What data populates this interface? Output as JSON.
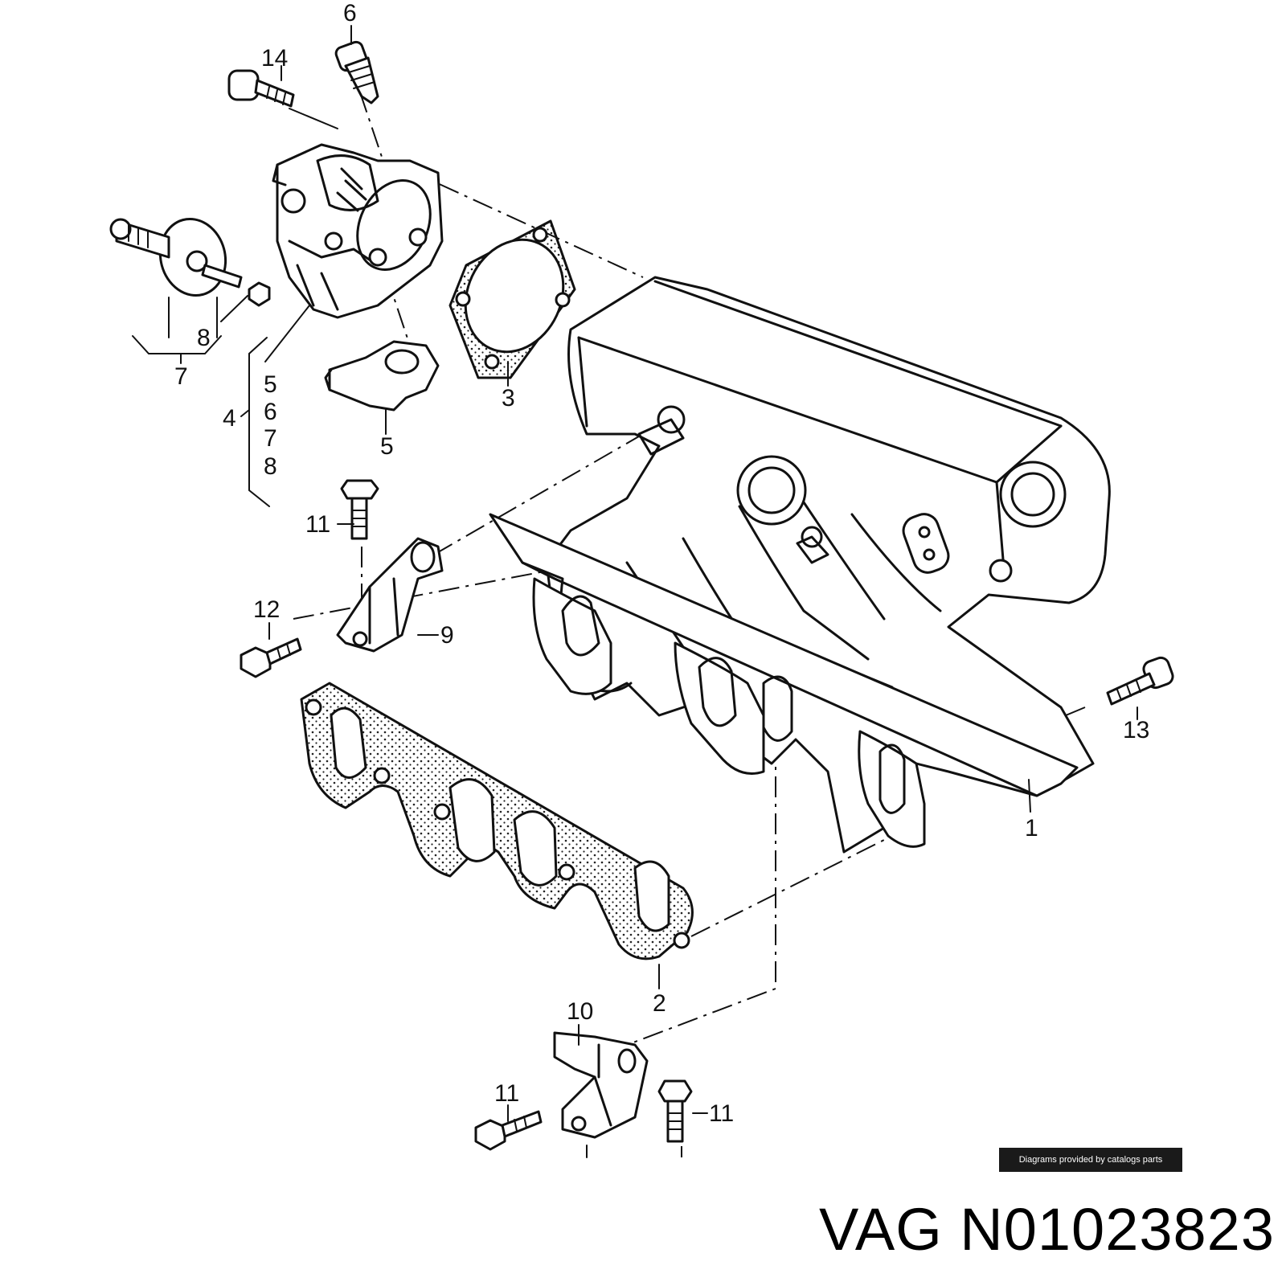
{
  "callouts": {
    "c1": "1",
    "c2": "2",
    "c3": "3",
    "c4": "4",
    "c5a": "5",
    "c5b": "5",
    "c6a": "6",
    "c6b": "6",
    "c7a": "7",
    "c7b": "7",
    "c8a": "8",
    "c8b": "8",
    "c9": "9",
    "c10": "10",
    "c11a": "11",
    "c11b": "11",
    "c11c": "11",
    "c12": "12",
    "c13": "13",
    "c14": "14"
  },
  "watermark": "Diagrams provided by catalogs parts",
  "part_number": "VAG N01023823",
  "colors": {
    "line": "#111111",
    "background": "#ffffff",
    "watermark_bg": "#1a1a1a"
  }
}
